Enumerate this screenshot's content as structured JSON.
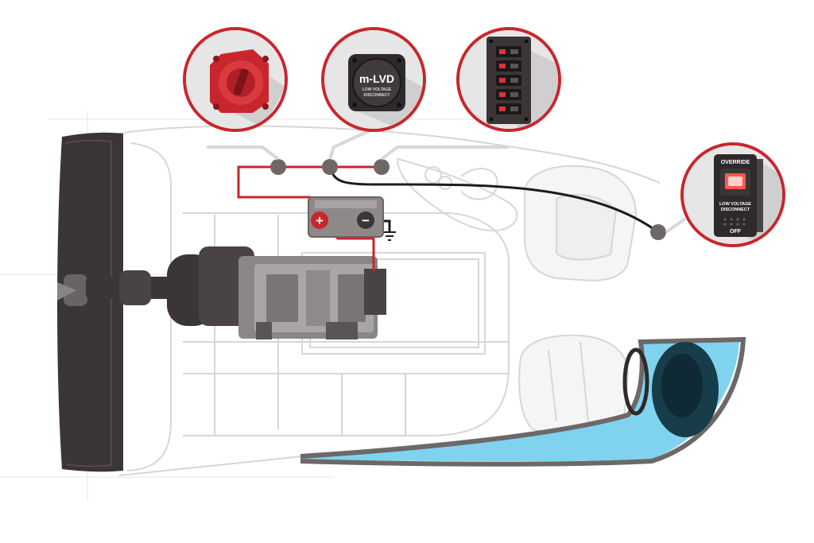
{
  "mlvd": {
    "logo": "m-LVD",
    "subtitle_line1": "LOW VOLTAGE",
    "subtitle_line2": "DISCONNECT"
  },
  "rocker": {
    "top_label": "OVERRIDE",
    "mid_line1": "LOW VOLTAGE",
    "mid_line2": "DISCONNECT",
    "bottom_label": "OFF"
  },
  "battery": {
    "positive_symbol": "+",
    "negative_symbol": "−"
  },
  "colors": {
    "accent_red": "#c8262c",
    "water": "#7fd3ef",
    "hull_dark": "#3b3536",
    "outline": "#d8d8d8"
  }
}
